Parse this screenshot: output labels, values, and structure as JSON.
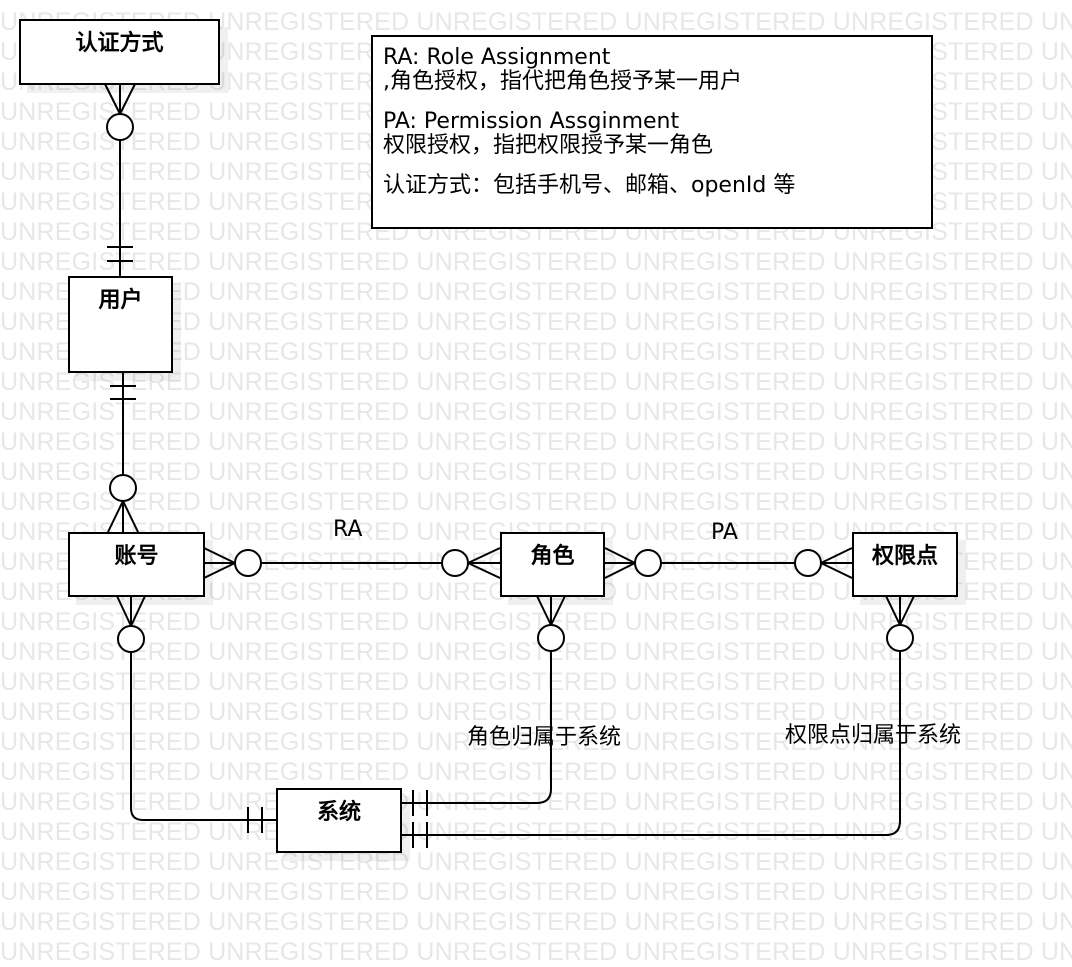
{
  "watermark": {
    "text": "UNREGISTERED",
    "color": "#e7e7e7"
  },
  "entities": {
    "auth_method": {
      "title": "认证方式"
    },
    "user": {
      "title": "用户"
    },
    "account": {
      "title": "账号"
    },
    "role": {
      "title": "角色"
    },
    "permission": {
      "title": "权限点"
    },
    "system": {
      "title": "系统"
    }
  },
  "note": {
    "lines": [
      "RA: Role Assignment",
      ",角色授权，指代把角色授予某一用户",
      "PA: Permission Assginment",
      "权限授权，指把权限授予某一角色",
      "认证方式：包括手机号、邮箱、openId 等"
    ]
  },
  "relationships": [
    {
      "from": "user",
      "to": "auth_method",
      "from_cardinality": "exactly-one",
      "to_cardinality": "zero-or-many",
      "label": ""
    },
    {
      "from": "user",
      "to": "account",
      "from_cardinality": "exactly-one",
      "to_cardinality": "zero-or-many",
      "label": ""
    },
    {
      "from": "account",
      "to": "role",
      "from_cardinality": "zero-or-many",
      "to_cardinality": "zero-or-many",
      "label": "RA"
    },
    {
      "from": "role",
      "to": "permission",
      "from_cardinality": "zero-or-many",
      "to_cardinality": "zero-or-many",
      "label": "PA"
    },
    {
      "from": "system",
      "to": "account",
      "from_cardinality": "exactly-one",
      "to_cardinality": "zero-or-many",
      "label": ""
    },
    {
      "from": "system",
      "to": "role",
      "from_cardinality": "exactly-one",
      "to_cardinality": "zero-or-many",
      "label": "角色归属于系统"
    },
    {
      "from": "system",
      "to": "permission",
      "from_cardinality": "exactly-one",
      "to_cardinality": "zero-or-many",
      "label": "权限点归属于系统"
    }
  ],
  "labels": {
    "ra": "RA",
    "pa": "PA",
    "role_belongs": "角色归属于系统",
    "permission_belongs": "权限点归属于系统"
  }
}
